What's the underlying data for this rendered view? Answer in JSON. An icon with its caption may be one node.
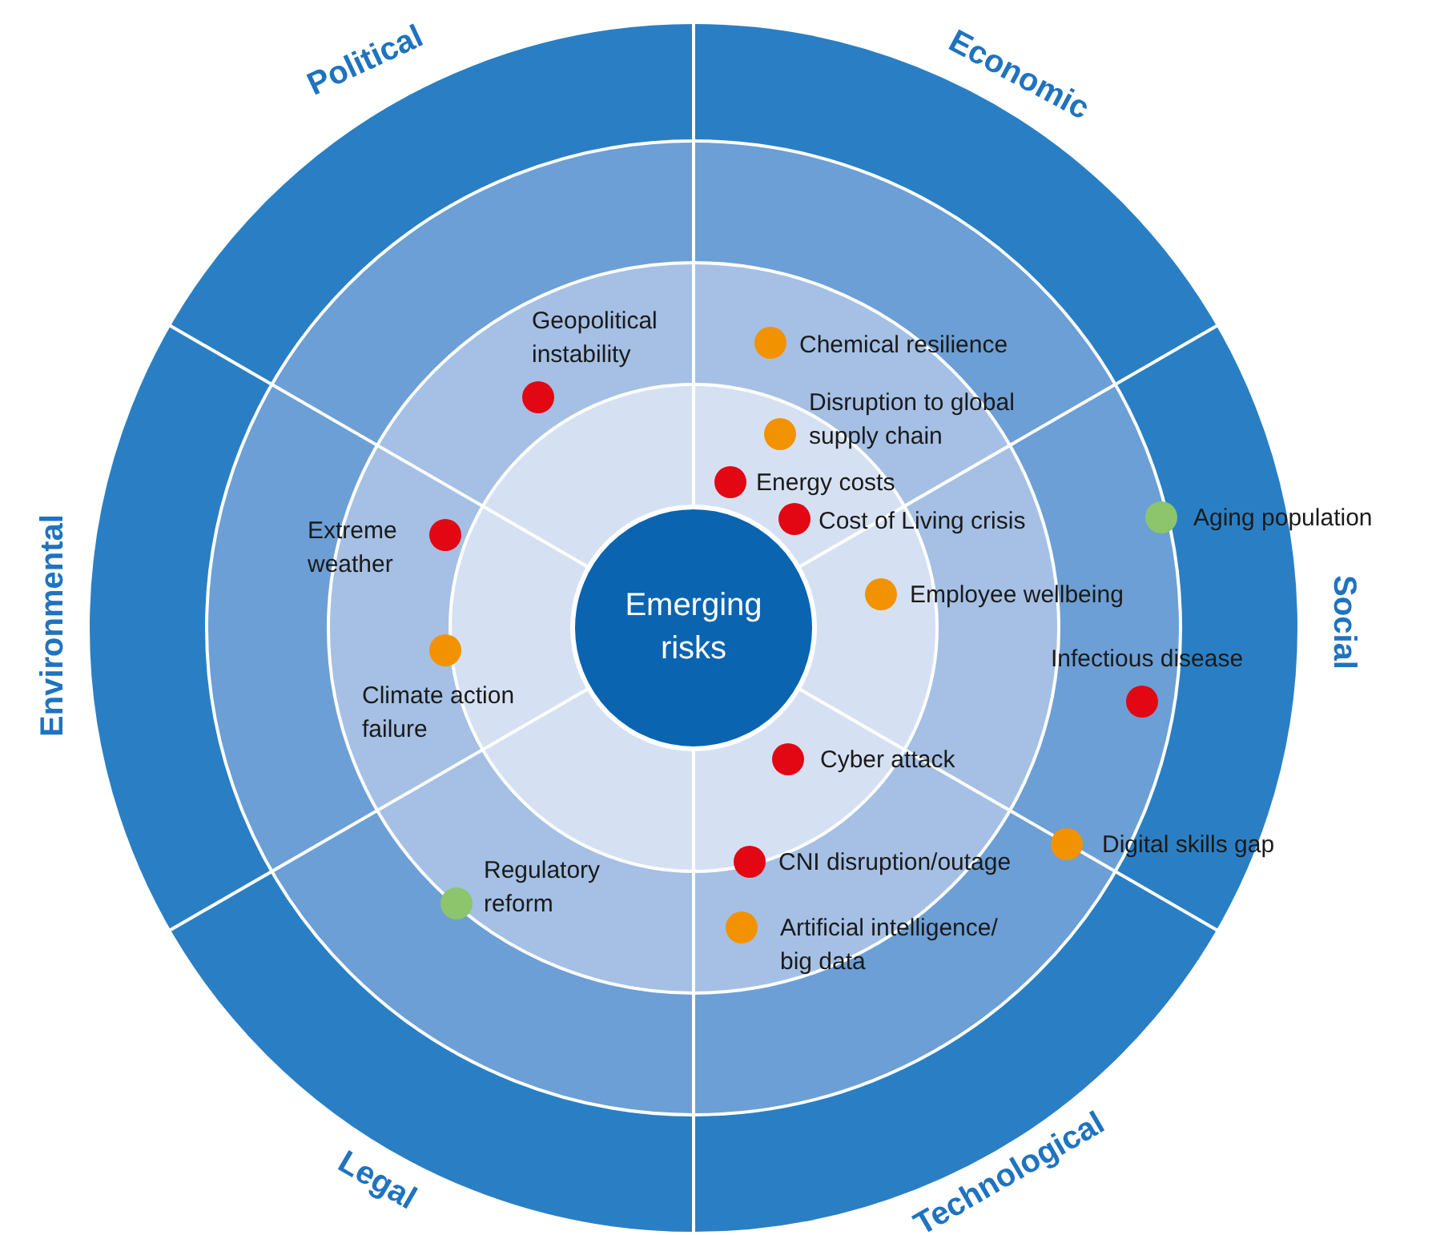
{
  "diagram": {
    "nodes": [
      {
        "text": [
          "Emerging risks"
        ]
      }
    ],
    "labels": [
      "Political",
      "Economic",
      "Geopolitical instability",
      "Chemical resilience",
      "Disruption to global supply chain",
      "Energy costs",
      "Extreme weather",
      "Aging population",
      "Cost of Living crisis",
      "Social",
      "Employee wellbeing",
      "Environmental",
      "Infectious disease",
      "Climate action failure",
      "Cyber attack",
      "Digital skills gap",
      "CNI disruption/outage",
      "Regulatory reform",
      "Artificial intelligence/ big data",
      "Legal",
      "Technological"
    ]
  }
}
